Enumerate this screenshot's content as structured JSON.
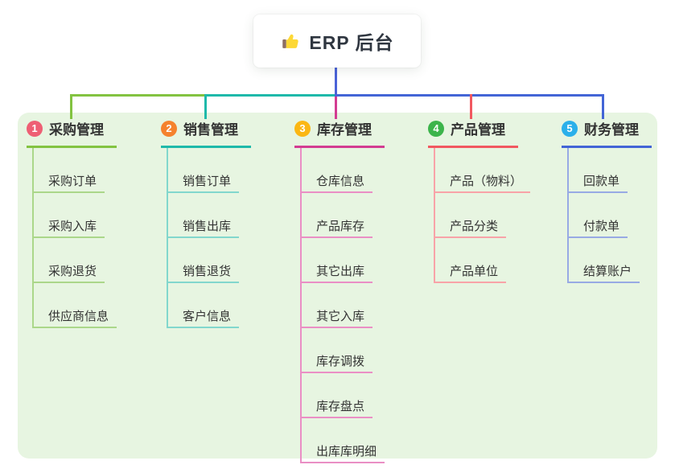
{
  "root": {
    "icon": "thumbs-up-icon",
    "label": "ERP 后台",
    "line_color": "#4a62d8"
  },
  "panel": {
    "bg": "#e7f5e1"
  },
  "branches": [
    {
      "num": "1",
      "label": "采购管理",
      "badge_color": "#ee5f74",
      "line_color": "#83c341",
      "light_color": "#abd78a",
      "children": [
        "采购订单",
        "采购入库",
        "采购退货",
        "供应商信息"
      ]
    },
    {
      "num": "2",
      "label": "销售管理",
      "badge_color": "#f5822d",
      "line_color": "#1fb9aa",
      "light_color": "#82d7cd",
      "children": [
        "销售订单",
        "销售出库",
        "销售退货",
        "客户信息"
      ]
    },
    {
      "num": "3",
      "label": "库存管理",
      "badge_color": "#fbb713",
      "line_color": "#d33c92",
      "light_color": "#ea8fc5",
      "children": [
        "仓库信息",
        "产品库存",
        "其它出库",
        "其它入库",
        "库存调拨",
        "库存盘点",
        "出库库明细"
      ]
    },
    {
      "num": "4",
      "label": "产品管理",
      "badge_color": "#3cb44b",
      "line_color": "#f15860",
      "light_color": "#f8a3a8",
      "children": [
        "产品（物料）",
        "产品分类",
        "产品单位"
      ]
    },
    {
      "num": "5",
      "label": "财务管理",
      "badge_color": "#2bb0ea",
      "line_color": "#4365d6",
      "light_color": "#98aae4",
      "children": [
        "回款单",
        "付款单",
        "结算账户"
      ]
    }
  ]
}
